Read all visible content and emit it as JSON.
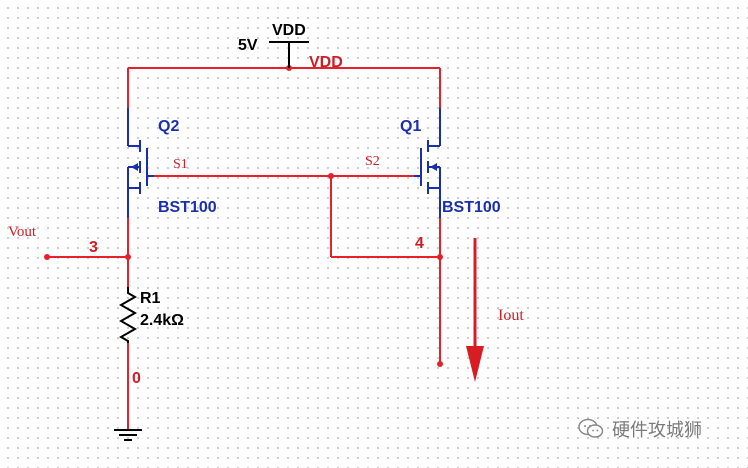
{
  "colors": {
    "wire": "#e8202a",
    "component": "#1a2fb0",
    "resistor": "#000000",
    "label_red": "#d01c24",
    "label_blue": "#1a2fb0",
    "arrow": "#d81c24"
  },
  "supply": {
    "name": "VDD",
    "voltage": "5V",
    "net_label": "VDD"
  },
  "transistors": [
    {
      "ref": "Q2",
      "model": "BST100",
      "source_label": "S1"
    },
    {
      "ref": "Q1",
      "model": "BST100",
      "source_label": "S2"
    }
  ],
  "resistor": {
    "ref": "R1",
    "value": "2.4kΩ"
  },
  "nodes": {
    "left": "3",
    "right": "4",
    "ground": "0"
  },
  "io": {
    "output_label": "Vout",
    "current_label": "Iout"
  },
  "watermark": {
    "text": "硬件攻城狮",
    "icon": "wechat-icon"
  }
}
